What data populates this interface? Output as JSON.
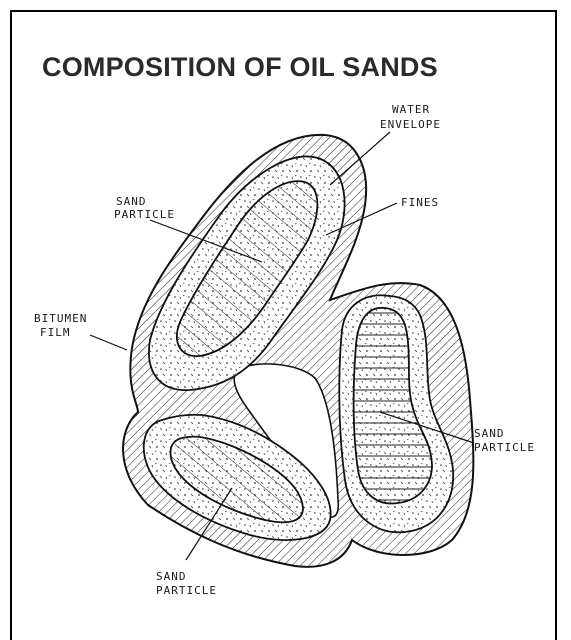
{
  "title": "COMPOSITION OF OIL SANDS",
  "labels": {
    "water_envelope": [
      "WATER",
      "ENVELOPE"
    ],
    "fines": "FINES",
    "sand_particle_upper": [
      "SAND",
      "PARTICLE"
    ],
    "bitumen_film": [
      "BITUMEN",
      "FILM"
    ],
    "sand_particle_right": [
      "SAND",
      "PARTICLE"
    ],
    "sand_particle_lower": [
      "SAND",
      "PARTICLE"
    ]
  }
}
